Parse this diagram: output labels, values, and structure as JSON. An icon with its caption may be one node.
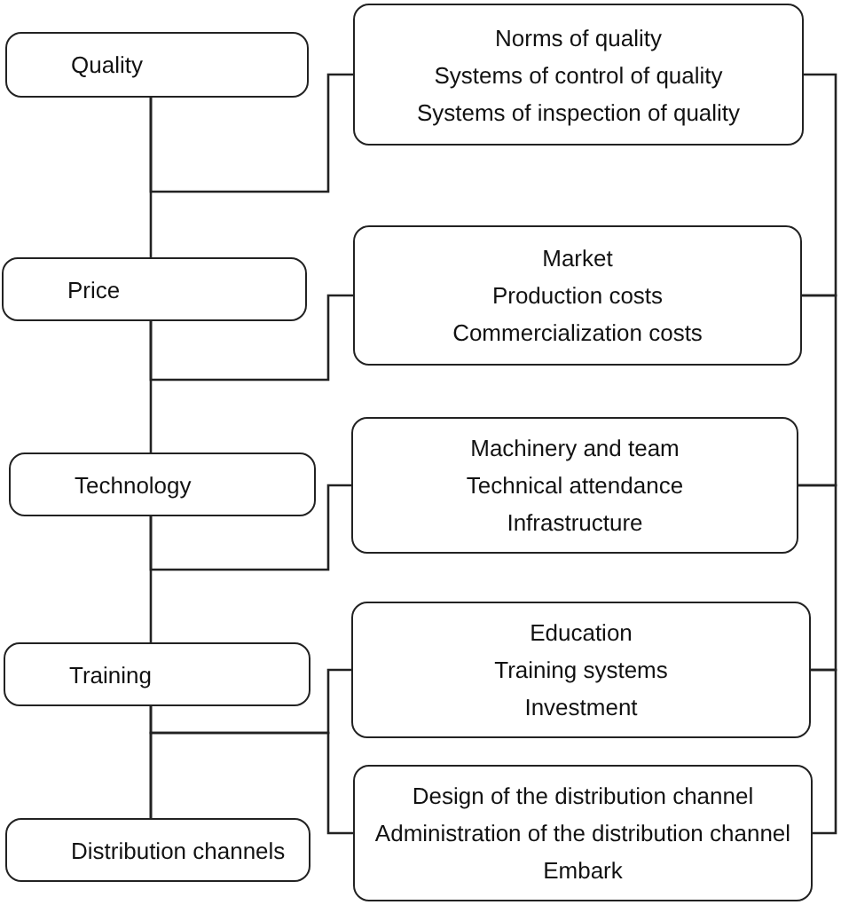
{
  "diagram": {
    "nodes": [
      {
        "text": [
          "Quality"
        ]
      },
      {
        "text": [
          "Norms of quality",
          "Systems of control of quality",
          "Systems of inspection of quality"
        ]
      },
      {
        "text": [
          "Price"
        ]
      },
      {
        "text": [
          "Market",
          "Production costs",
          "Commercialization costs"
        ]
      },
      {
        "text": [
          "Technology"
        ]
      },
      {
        "text": [
          "Machinery and team",
          "Technical attendance",
          "Infrastructure"
        ]
      },
      {
        "text": [
          "Training"
        ]
      },
      {
        "text": [
          "Education",
          "Training systems",
          "Investment"
        ]
      },
      {
        "text": [
          "Distribution channels"
        ]
      },
      {
        "text": [
          "Design of the distribution channel",
          "Administration of the distribution channel",
          "Embark"
        ]
      }
    ],
    "edges": [
      {
        "from": 0,
        "to": 2,
        "arrow": "none"
      },
      {
        "from": 2,
        "to": 4,
        "arrow": "none"
      },
      {
        "from": 4,
        "to": 6,
        "arrow": "none"
      },
      {
        "from": 6,
        "to": 8,
        "arrow": "none"
      },
      {
        "from": 0,
        "to": 1,
        "arrow": "none"
      },
      {
        "from": 2,
        "to": 3,
        "arrow": "none"
      },
      {
        "from": 4,
        "to": 5,
        "arrow": "none"
      },
      {
        "from": 6,
        "to": 7,
        "arrow": "none"
      },
      {
        "from": 8,
        "to": 9,
        "arrow": "none"
      },
      {
        "from": 1,
        "to": 3,
        "arrow": "none"
      },
      {
        "from": 3,
        "to": 5,
        "arrow": "none"
      },
      {
        "from": 5,
        "to": 7,
        "arrow": "none"
      },
      {
        "from": 7,
        "to": 9,
        "arrow": "none"
      }
    ]
  }
}
